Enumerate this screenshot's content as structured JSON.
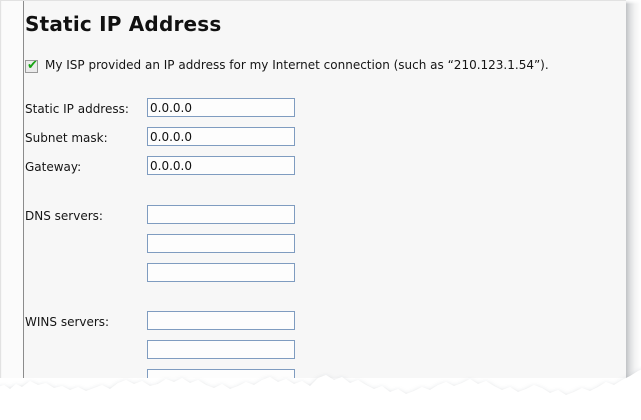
{
  "page": {
    "title": "Static IP Address",
    "background_color": "#f7f7f7",
    "page_background_color": "#ffffff",
    "input_border_color": "#7f9cc0",
    "checkbox_tick_color": "#17a313"
  },
  "isp_checkbox": {
    "icon": "checkbox-checked-icon",
    "tick_glyph": "✔",
    "checked": true,
    "label": "My ISP provided an IP address for my Internet connection (such as “210.123.1.54”)."
  },
  "fields": [
    {
      "name": "static-ip-address",
      "label": "Static IP address:",
      "value": "0.0.0.0",
      "placeholder": ""
    },
    {
      "name": "subnet-mask",
      "label": "Subnet mask:",
      "value": "0.0.0.0",
      "placeholder": ""
    },
    {
      "name": "gateway",
      "label": "Gateway:",
      "value": "0.0.0.0",
      "placeholder": ""
    }
  ],
  "dns": {
    "label": "DNS servers:",
    "values": [
      "",
      "",
      ""
    ]
  },
  "wins": {
    "label": "WINS servers:",
    "values": [
      "",
      "",
      ""
    ]
  }
}
